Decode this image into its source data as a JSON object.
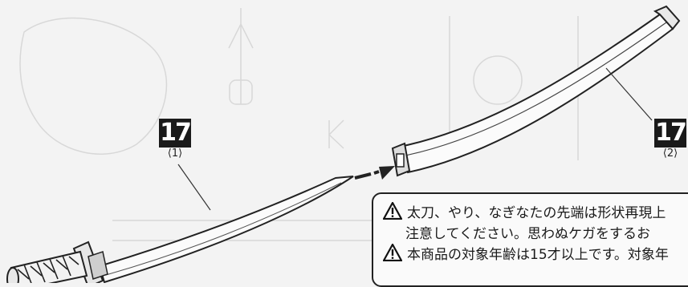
{
  "parts": [
    {
      "number": "17",
      "sub": "⟨1⟩"
    },
    {
      "number": "17",
      "sub": "⟨2⟩"
    }
  ],
  "warning": {
    "line1": "太刀、やり、なぎなたの先端は形状再現上",
    "line2": "注意してください。思わぬケガをするお",
    "line3": "本商品の対象年齢は15才以上です。対象年"
  }
}
